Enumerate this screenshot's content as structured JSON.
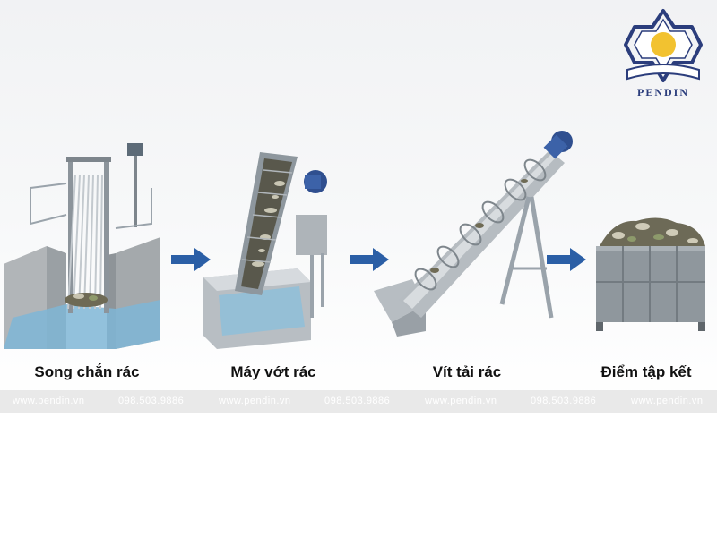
{
  "brand": {
    "name": "PENDIN",
    "colors": {
      "primary": "#2b3d7c",
      "sun": "#f2c230"
    }
  },
  "steps": [
    {
      "label": "Song chắn rác",
      "icon": "bar-screen-illustration"
    },
    {
      "label": "Máy vớt rác",
      "icon": "mechanical-rake-screen-illustration"
    },
    {
      "label": "Vít tải rác",
      "icon": "screw-conveyor-illustration"
    },
    {
      "label": "Điểm tập kết",
      "icon": "trash-container-illustration"
    }
  ],
  "watermark": {
    "site": "www.pendin.vn",
    "phone": "098.503.9886"
  },
  "colors": {
    "arrow": "#2b5fa6",
    "metal": "#9aa3ab",
    "concrete": "#a8adb1",
    "water": "#7fb6d6"
  }
}
